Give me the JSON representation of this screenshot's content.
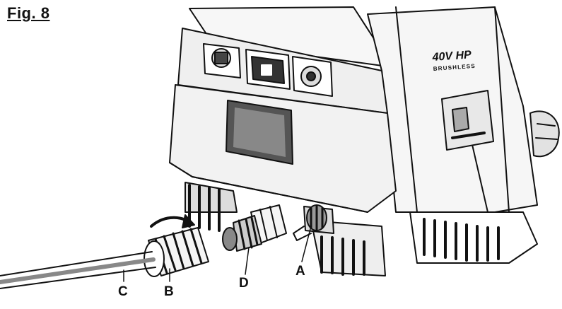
{
  "figure": {
    "title": "Fig. 8"
  },
  "product": {
    "badge_top": "40V HP",
    "badge_bottom": "BRUSHLESS"
  },
  "callouts": [
    {
      "id": "C",
      "label": "C"
    },
    {
      "id": "B",
      "label": "B"
    },
    {
      "id": "D",
      "label": "D"
    },
    {
      "id": "A",
      "label": "A"
    }
  ],
  "colors": {
    "ink": "#111111",
    "fill_light": "#f4f4f4",
    "fill_mid": "#d9d9d9",
    "fill_dark": "#3a3a3a"
  }
}
